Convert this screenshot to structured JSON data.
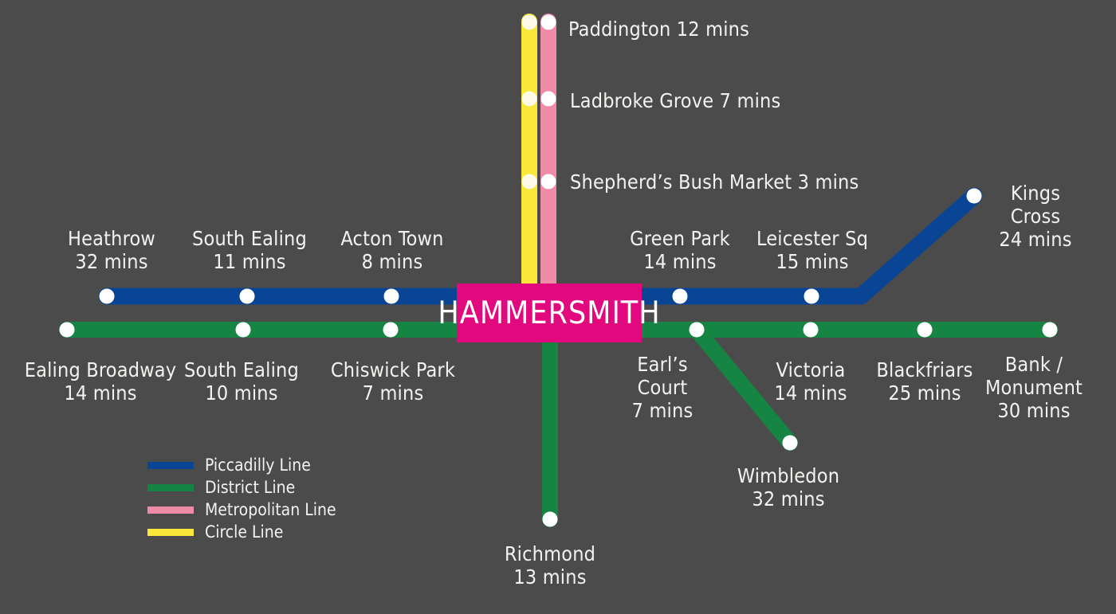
{
  "diagram": {
    "title": "HAMMERSMITH",
    "background_color": "#4b4b4b",
    "hub_color": "#e2097e",
    "text_color": "#f2f2ef"
  },
  "lines": [
    {
      "id": "piccadilly",
      "name": "Piccadilly Line",
      "color": "#0a4595"
    },
    {
      "id": "district",
      "name": "District Line",
      "color": "#168544"
    },
    {
      "id": "metropolitan",
      "name": "Metropolitan Line",
      "color": "#ee8ca8"
    },
    {
      "id": "circle",
      "name": "Circle Line",
      "color": "#fbe73a"
    }
  ],
  "stations": {
    "paddington": {
      "name": "Paddington",
      "time": "12 mins",
      "label": "Paddington 12 mins"
    },
    "ladbroke_grove": {
      "name": "Ladbroke Grove",
      "time": "7 mins",
      "label": "Ladbroke Grove 7 mins"
    },
    "shepherds_bush_market": {
      "name": "Shepherd’s Bush Market",
      "time": "3 mins",
      "label": "Shepherd’s Bush Market 3 mins"
    },
    "heathrow": {
      "name": "Heathrow",
      "time": "32 mins",
      "label": "Heathrow\n32 mins"
    },
    "south_ealing_picc": {
      "name": "South Ealing",
      "time": "11 mins",
      "label": "South Ealing\n11 mins"
    },
    "acton_town": {
      "name": "Acton Town",
      "time": "8 mins",
      "label": "Acton Town\n8 mins"
    },
    "green_park": {
      "name": "Green Park",
      "time": "14 mins",
      "label": "Green Park\n14 mins"
    },
    "leicester_sq": {
      "name": "Leicester Sq",
      "time": "15 mins",
      "label": "Leicester Sq\n15 mins"
    },
    "kings_cross": {
      "name": "Kings Cross",
      "time": "24 mins",
      "label": "Kings Cross\n24 mins"
    },
    "ealing_broadway": {
      "name": "Ealing Broadway",
      "time": "14 mins",
      "label": "Ealing Broadway\n14 mins"
    },
    "south_ealing_dist": {
      "name": "South Ealing",
      "time": "10 mins",
      "label": "South Ealing\n10 mins"
    },
    "chiswick_park": {
      "name": "Chiswick Park",
      "time": "7 mins",
      "label": "Chiswick Park\n7 mins"
    },
    "earls_court": {
      "name": "Earl’s Court",
      "time": "7 mins",
      "label": "Earl’s\nCourt\n7 mins"
    },
    "victoria": {
      "name": "Victoria",
      "time": "14 mins",
      "label": "Victoria\n14 mins"
    },
    "blackfriars": {
      "name": "Blackfriars",
      "time": "25 mins",
      "label": "Blackfriars\n25 mins"
    },
    "bank_monument": {
      "name": "Bank / Monument",
      "time": "30 mins",
      "label": "Bank /\nMonument\n30 mins"
    },
    "wimbledon": {
      "name": "Wimbledon",
      "time": "32 mins",
      "label": "Wimbledon\n32 mins"
    },
    "richmond": {
      "name": "Richmond",
      "time": "13 mins",
      "label": "Richmond\n13 mins"
    }
  }
}
